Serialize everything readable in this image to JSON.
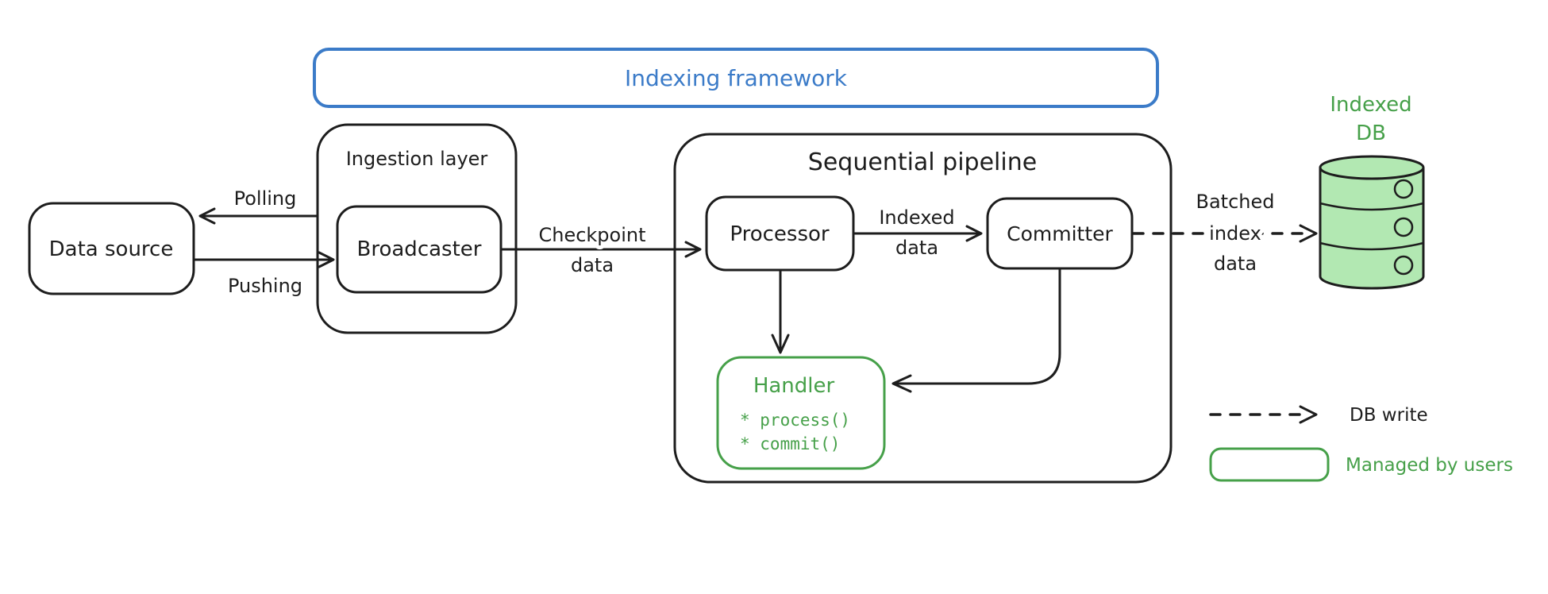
{
  "frame": {
    "title": "Indexing framework"
  },
  "data_source": {
    "label": "Data source"
  },
  "ingestion": {
    "label": "Ingestion layer",
    "broadcaster": "Broadcaster"
  },
  "pipeline": {
    "label": "Sequential pipeline",
    "processor": "Processor",
    "committer": "Committer"
  },
  "handler": {
    "title": "Handler",
    "method_process": "* process()",
    "method_commit": "* commit()"
  },
  "db": {
    "label_line1": "Indexed",
    "label_line2": "DB"
  },
  "edges": {
    "polling": "Polling",
    "pushing": "Pushing",
    "checkpoint_line1": "Checkpoint",
    "checkpoint_line2": "data",
    "indexed_line1": "Indexed",
    "indexed_line2": "data",
    "batched_line1": "Batched",
    "batched_line2": "index",
    "batched_line3": "data"
  },
  "legend": {
    "db_write": "DB write",
    "managed_by_users": "Managed by users"
  },
  "colors": {
    "stroke_black": "#1d1d1d",
    "accent_blue": "#3b7bc8",
    "accent_green": "#46a049",
    "db_fill_green": "#b2e8b2",
    "background": "#ffffff"
  }
}
